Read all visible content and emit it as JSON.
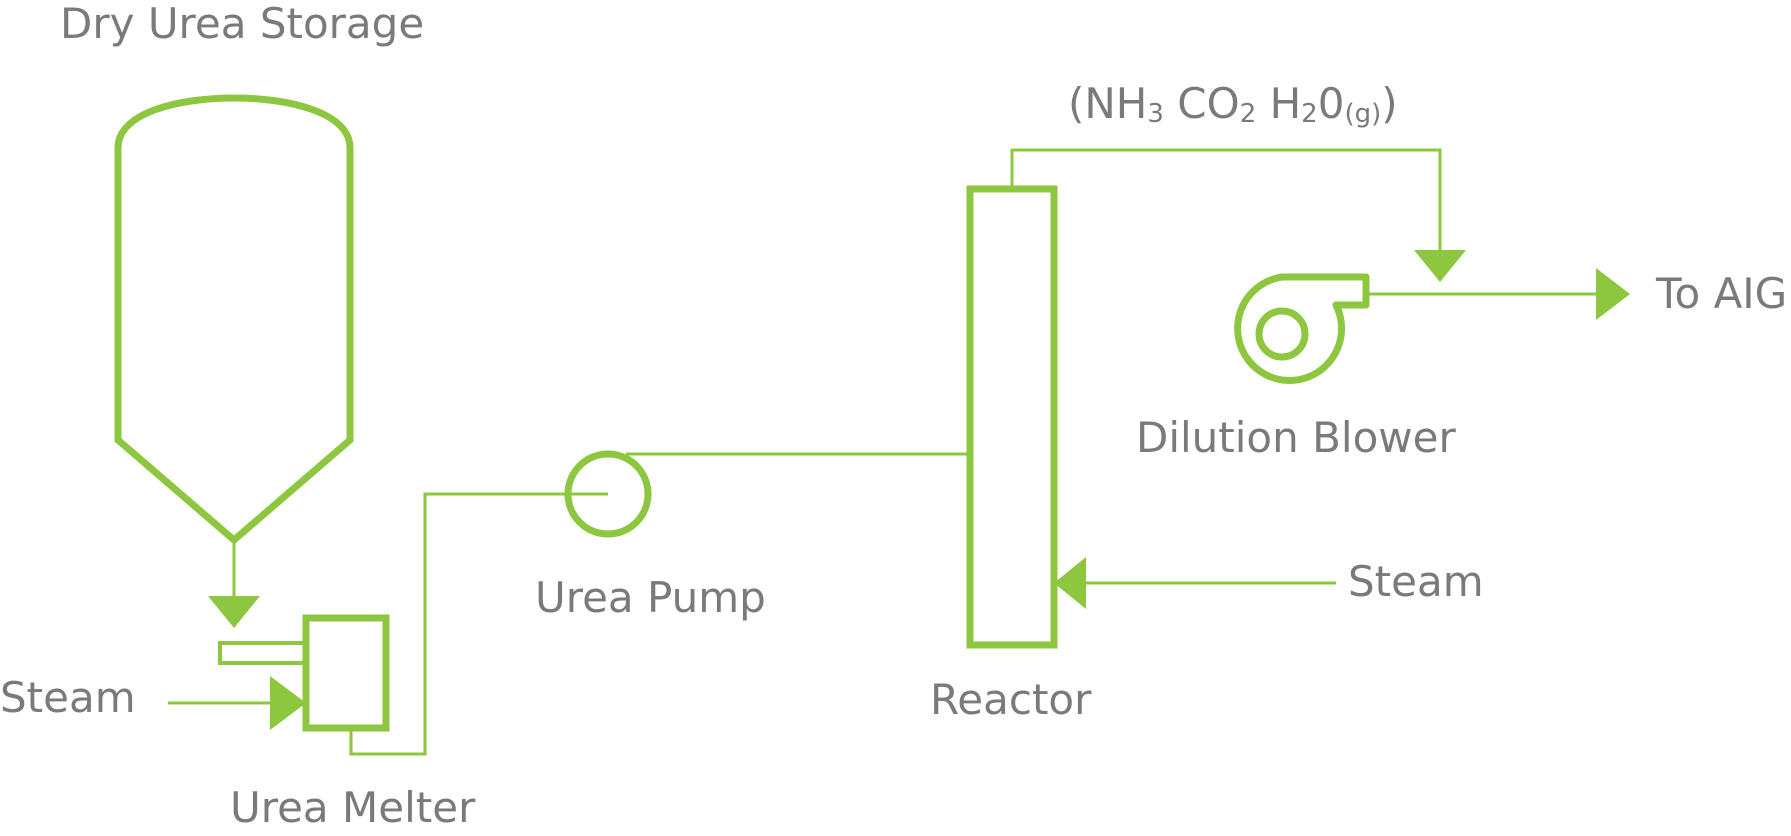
{
  "labels": {
    "dry_urea_storage": "Dry Urea Storage",
    "steam_left": "Steam",
    "urea_melter": "Urea Melter",
    "urea_pump": "Urea Pump",
    "reactor": "Reactor",
    "steam_right": "Steam",
    "dilution_blower": "Dilution Blower",
    "to_aig": "To AIG"
  },
  "formula": {
    "open": "(",
    "nh": "NH",
    "nh_sub": "3",
    "co": " CO",
    "co_sub": "2",
    "h": " H",
    "h_sub": "2",
    "o": "0",
    "phase": "(g)",
    "close": ")"
  },
  "colors": {
    "equipment": "#8dc63f",
    "text": "#7a7a7a"
  }
}
